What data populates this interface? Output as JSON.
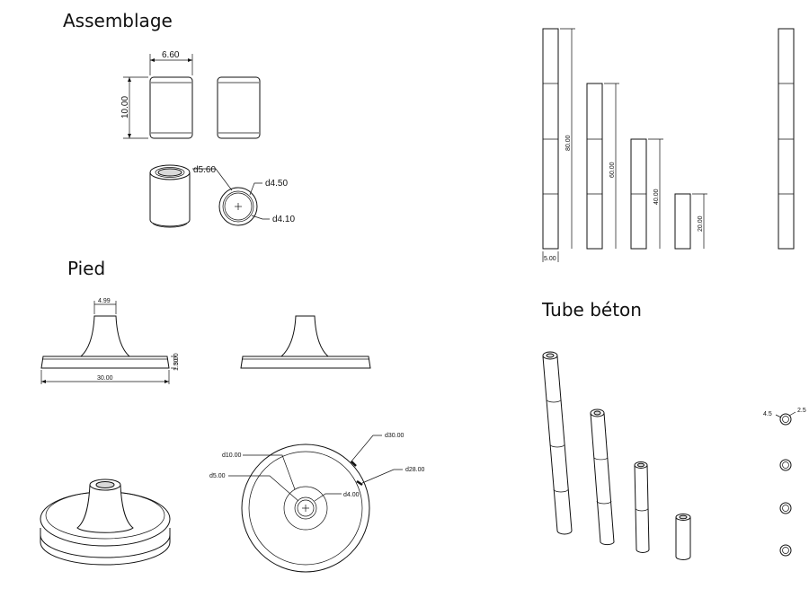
{
  "sections": {
    "assemblage": "Assemblage",
    "pied": "Pied",
    "tube_beton": "Tube béton"
  },
  "assemblage": {
    "width": "6.60",
    "height": "10.00",
    "outer_d": "d5.60",
    "mid_d": "d4.50",
    "inner_d": "d4.10"
  },
  "pied": {
    "top_width": "4.99",
    "base_width": "30.00",
    "base_h1": "3.00",
    "base_h2": "1.50",
    "d10": "d10.00",
    "d5": "d5.00",
    "d4": "d4.00",
    "d30": "d30.00",
    "d28": "d28.00"
  },
  "tubes": {
    "heights": [
      "80.00",
      "60.00",
      "40.00",
      "20.00"
    ],
    "width": "5.00"
  },
  "tube_section": {
    "outer": "4.5",
    "inner": "2.5"
  }
}
